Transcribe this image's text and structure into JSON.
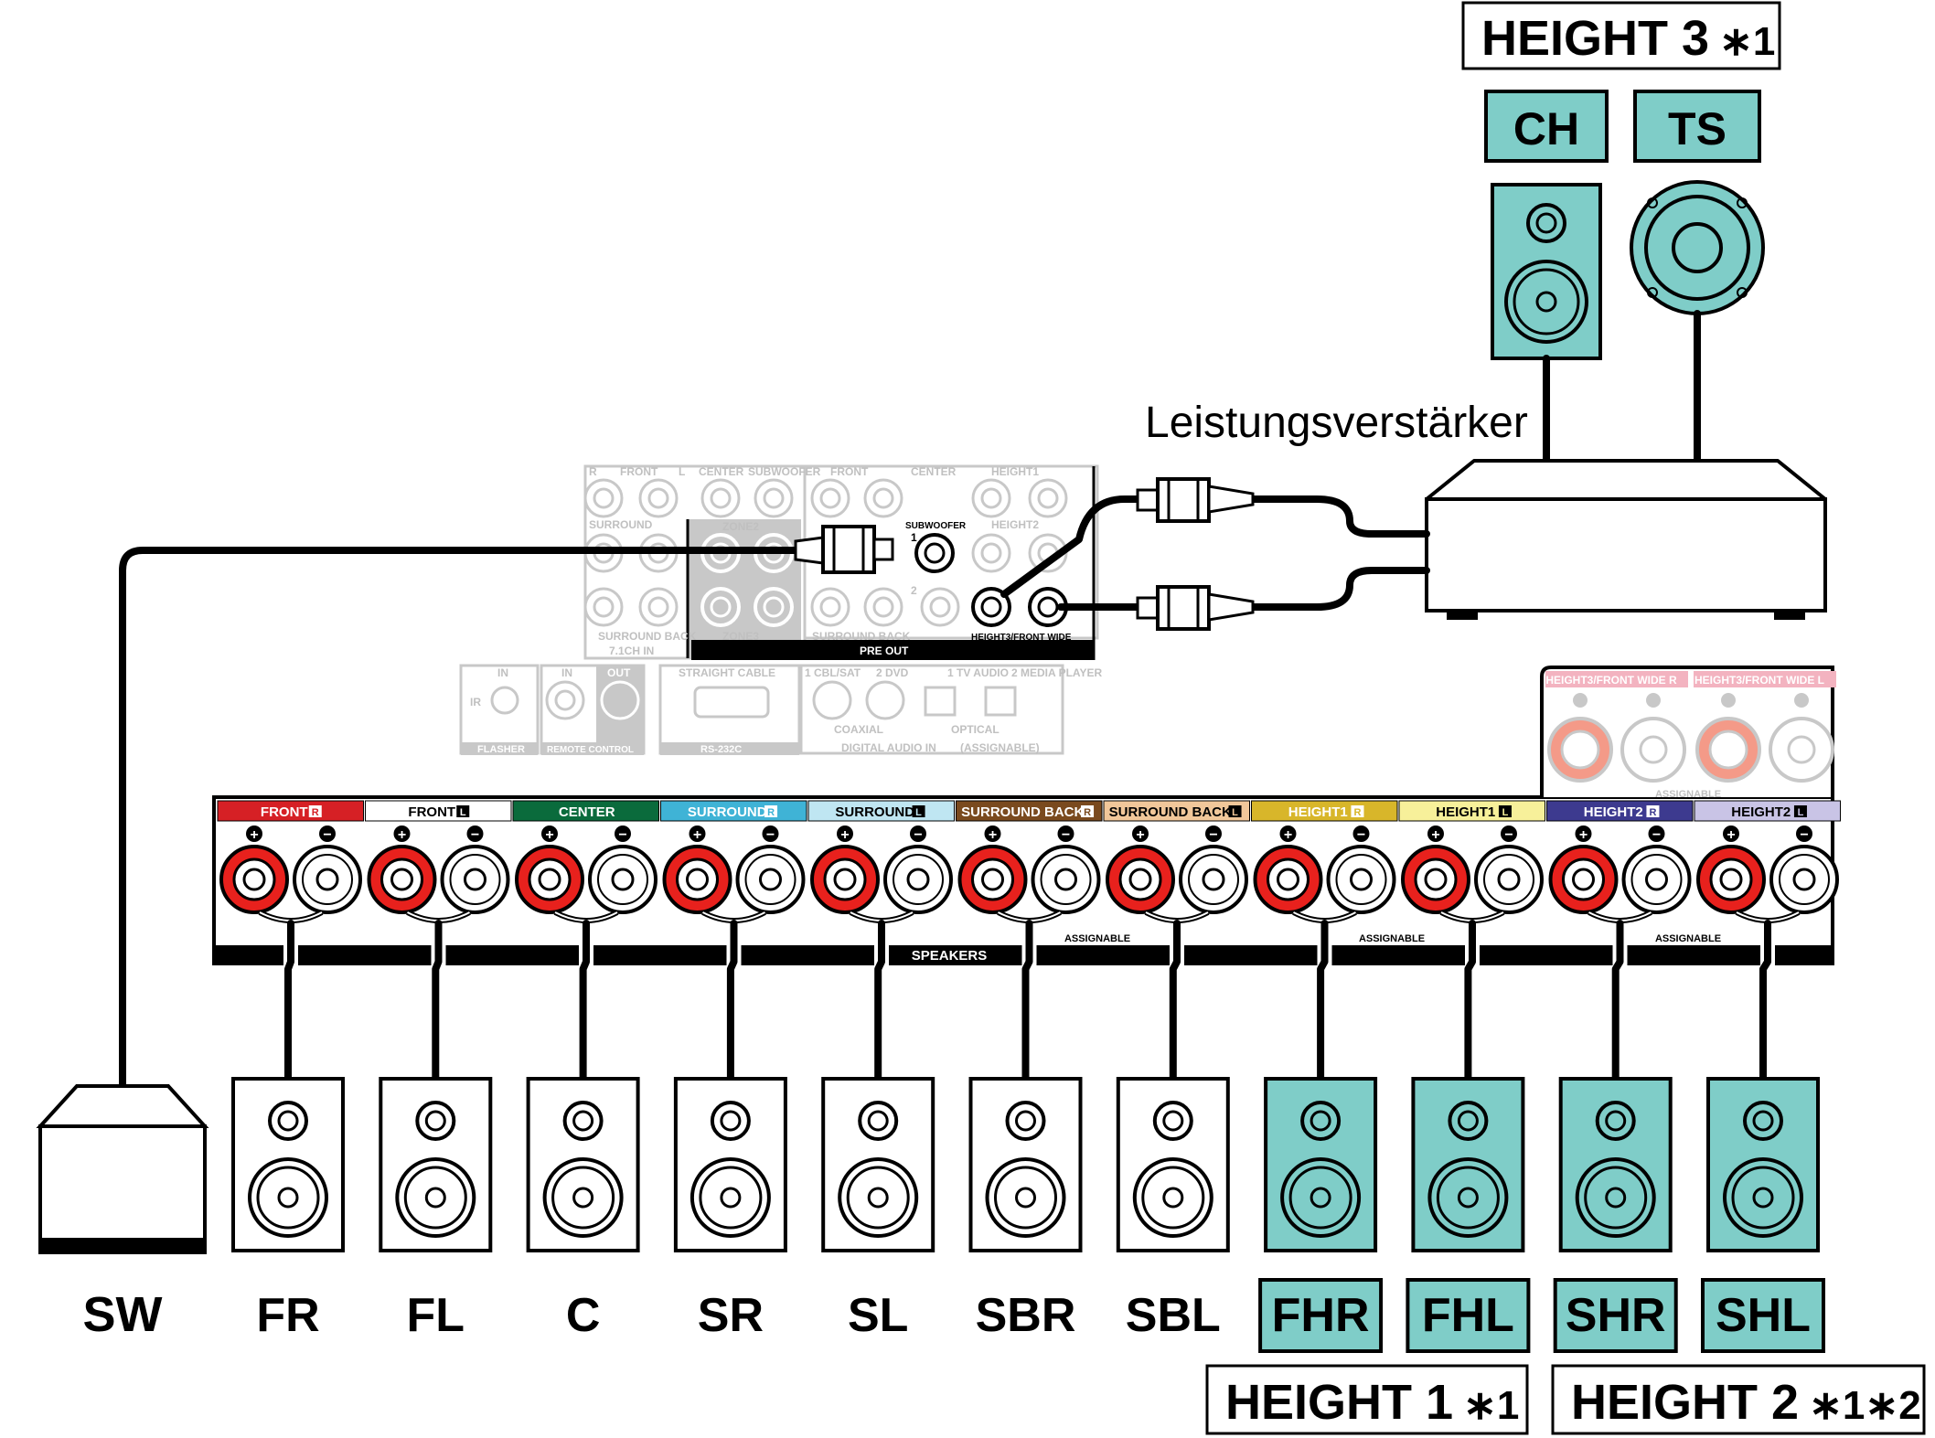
{
  "title": "",
  "amp_label": "Leistungsverstärker",
  "height3": {
    "label": "HEIGHT 3",
    "sup": "∗1",
    "speakers": [
      "CH",
      "TS"
    ]
  },
  "height1": {
    "label": "HEIGHT 1",
    "sup": "∗1"
  },
  "height2": {
    "label": "HEIGHT 2",
    "sup": "∗1∗2"
  },
  "colors": {
    "accent_speaker": "#7fcdc8",
    "terminal_red": "#e8211d",
    "panel_black": "#000000",
    "ghost": "#c8c8c8"
  },
  "speaker_terminals": [
    {
      "label": "FRONT",
      "side": "R",
      "color": "#d62025",
      "text_color": "#ffffff"
    },
    {
      "label": "FRONT",
      "side": "L",
      "color": "#ffffff",
      "text_color": "#000000"
    },
    {
      "label": "CENTER",
      "side": "",
      "color": "#0a6b3c",
      "text_color": "#ffffff"
    },
    {
      "label": "SURROUND",
      "side": "R",
      "color": "#3fb3d6",
      "text_color": "#ffffff"
    },
    {
      "label": "SURROUND",
      "side": "L",
      "color": "#bfe6f2",
      "text_color": "#000000"
    },
    {
      "label": "SURROUND BACK",
      "side": "R",
      "color": "#7a4a1e",
      "text_color": "#ffffff"
    },
    {
      "label": "SURROUND BACK",
      "side": "L",
      "color": "#f1c79a",
      "text_color": "#000000"
    },
    {
      "label": "HEIGHT1",
      "side": "R",
      "color": "#d8b62a",
      "text_color": "#ffffff"
    },
    {
      "label": "HEIGHT1",
      "side": "L",
      "color": "#f7f09a",
      "text_color": "#000000"
    },
    {
      "label": "HEIGHT2",
      "side": "R",
      "color": "#3d3a8f",
      "text_color": "#ffffff"
    },
    {
      "label": "HEIGHT2",
      "side": "L",
      "color": "#c9c4e6",
      "text_color": "#000000"
    }
  ],
  "height3_terminals": [
    {
      "label": "HEIGHT3/FRONT WIDE",
      "side": "R"
    },
    {
      "label": "HEIGHT3/FRONT WIDE",
      "side": "L"
    }
  ],
  "panel_labels": {
    "speakers": "SPEAKERS",
    "assignable": "ASSIGNABLE",
    "plus": "+",
    "minus": "−"
  },
  "speakers": [
    {
      "code": "SW",
      "type": "sub",
      "highlight": false
    },
    {
      "code": "FR",
      "type": "box",
      "highlight": false
    },
    {
      "code": "FL",
      "type": "box",
      "highlight": false
    },
    {
      "code": "C",
      "type": "box",
      "highlight": false
    },
    {
      "code": "SR",
      "type": "box",
      "highlight": false
    },
    {
      "code": "SL",
      "type": "box",
      "highlight": false
    },
    {
      "code": "SBR",
      "type": "box",
      "highlight": false
    },
    {
      "code": "SBL",
      "type": "box",
      "highlight": false
    },
    {
      "code": "FHR",
      "type": "box",
      "highlight": true
    },
    {
      "code": "FHL",
      "type": "box",
      "highlight": true
    },
    {
      "code": "SHR",
      "type": "box",
      "highlight": true
    },
    {
      "code": "SHL",
      "type": "box",
      "highlight": true
    }
  ],
  "preout": {
    "top_row": [
      "FRONT",
      "CENTER",
      "SUBWOOFER",
      "FRONT",
      "CENTER",
      "HEIGHT1"
    ],
    "labels": [
      "SURROUND",
      "ZONE2",
      "SUBWOOFER",
      "HEIGHT2",
      "SURROUND BACK",
      "ZONE3",
      "SURROUND BACK",
      "7.1CH IN",
      "PRE OUT",
      "HEIGHT3/FRONT WIDE"
    ],
    "sub_numbers": [
      "1",
      "2"
    ],
    "rl": [
      "R",
      "L"
    ]
  },
  "lower_panel": {
    "flasher": {
      "title": "FLASHER",
      "in": "IN",
      "ir": "IR"
    },
    "remote": {
      "title": "REMOTE CONTROL",
      "in": "IN",
      "out": "OUT"
    },
    "rs232": {
      "title": "RS-232C",
      "top": "STRAIGHT CABLE"
    },
    "digital": {
      "title": "DIGITAL AUDIO IN",
      "assignable": "(ASSIGNABLE)",
      "coaxial": "COAXIAL",
      "optical": "OPTICAL",
      "inputs": [
        "1 CBL/SAT",
        "2 DVD",
        "1 TV AUDIO",
        "2 MEDIA PLAYER"
      ]
    }
  }
}
